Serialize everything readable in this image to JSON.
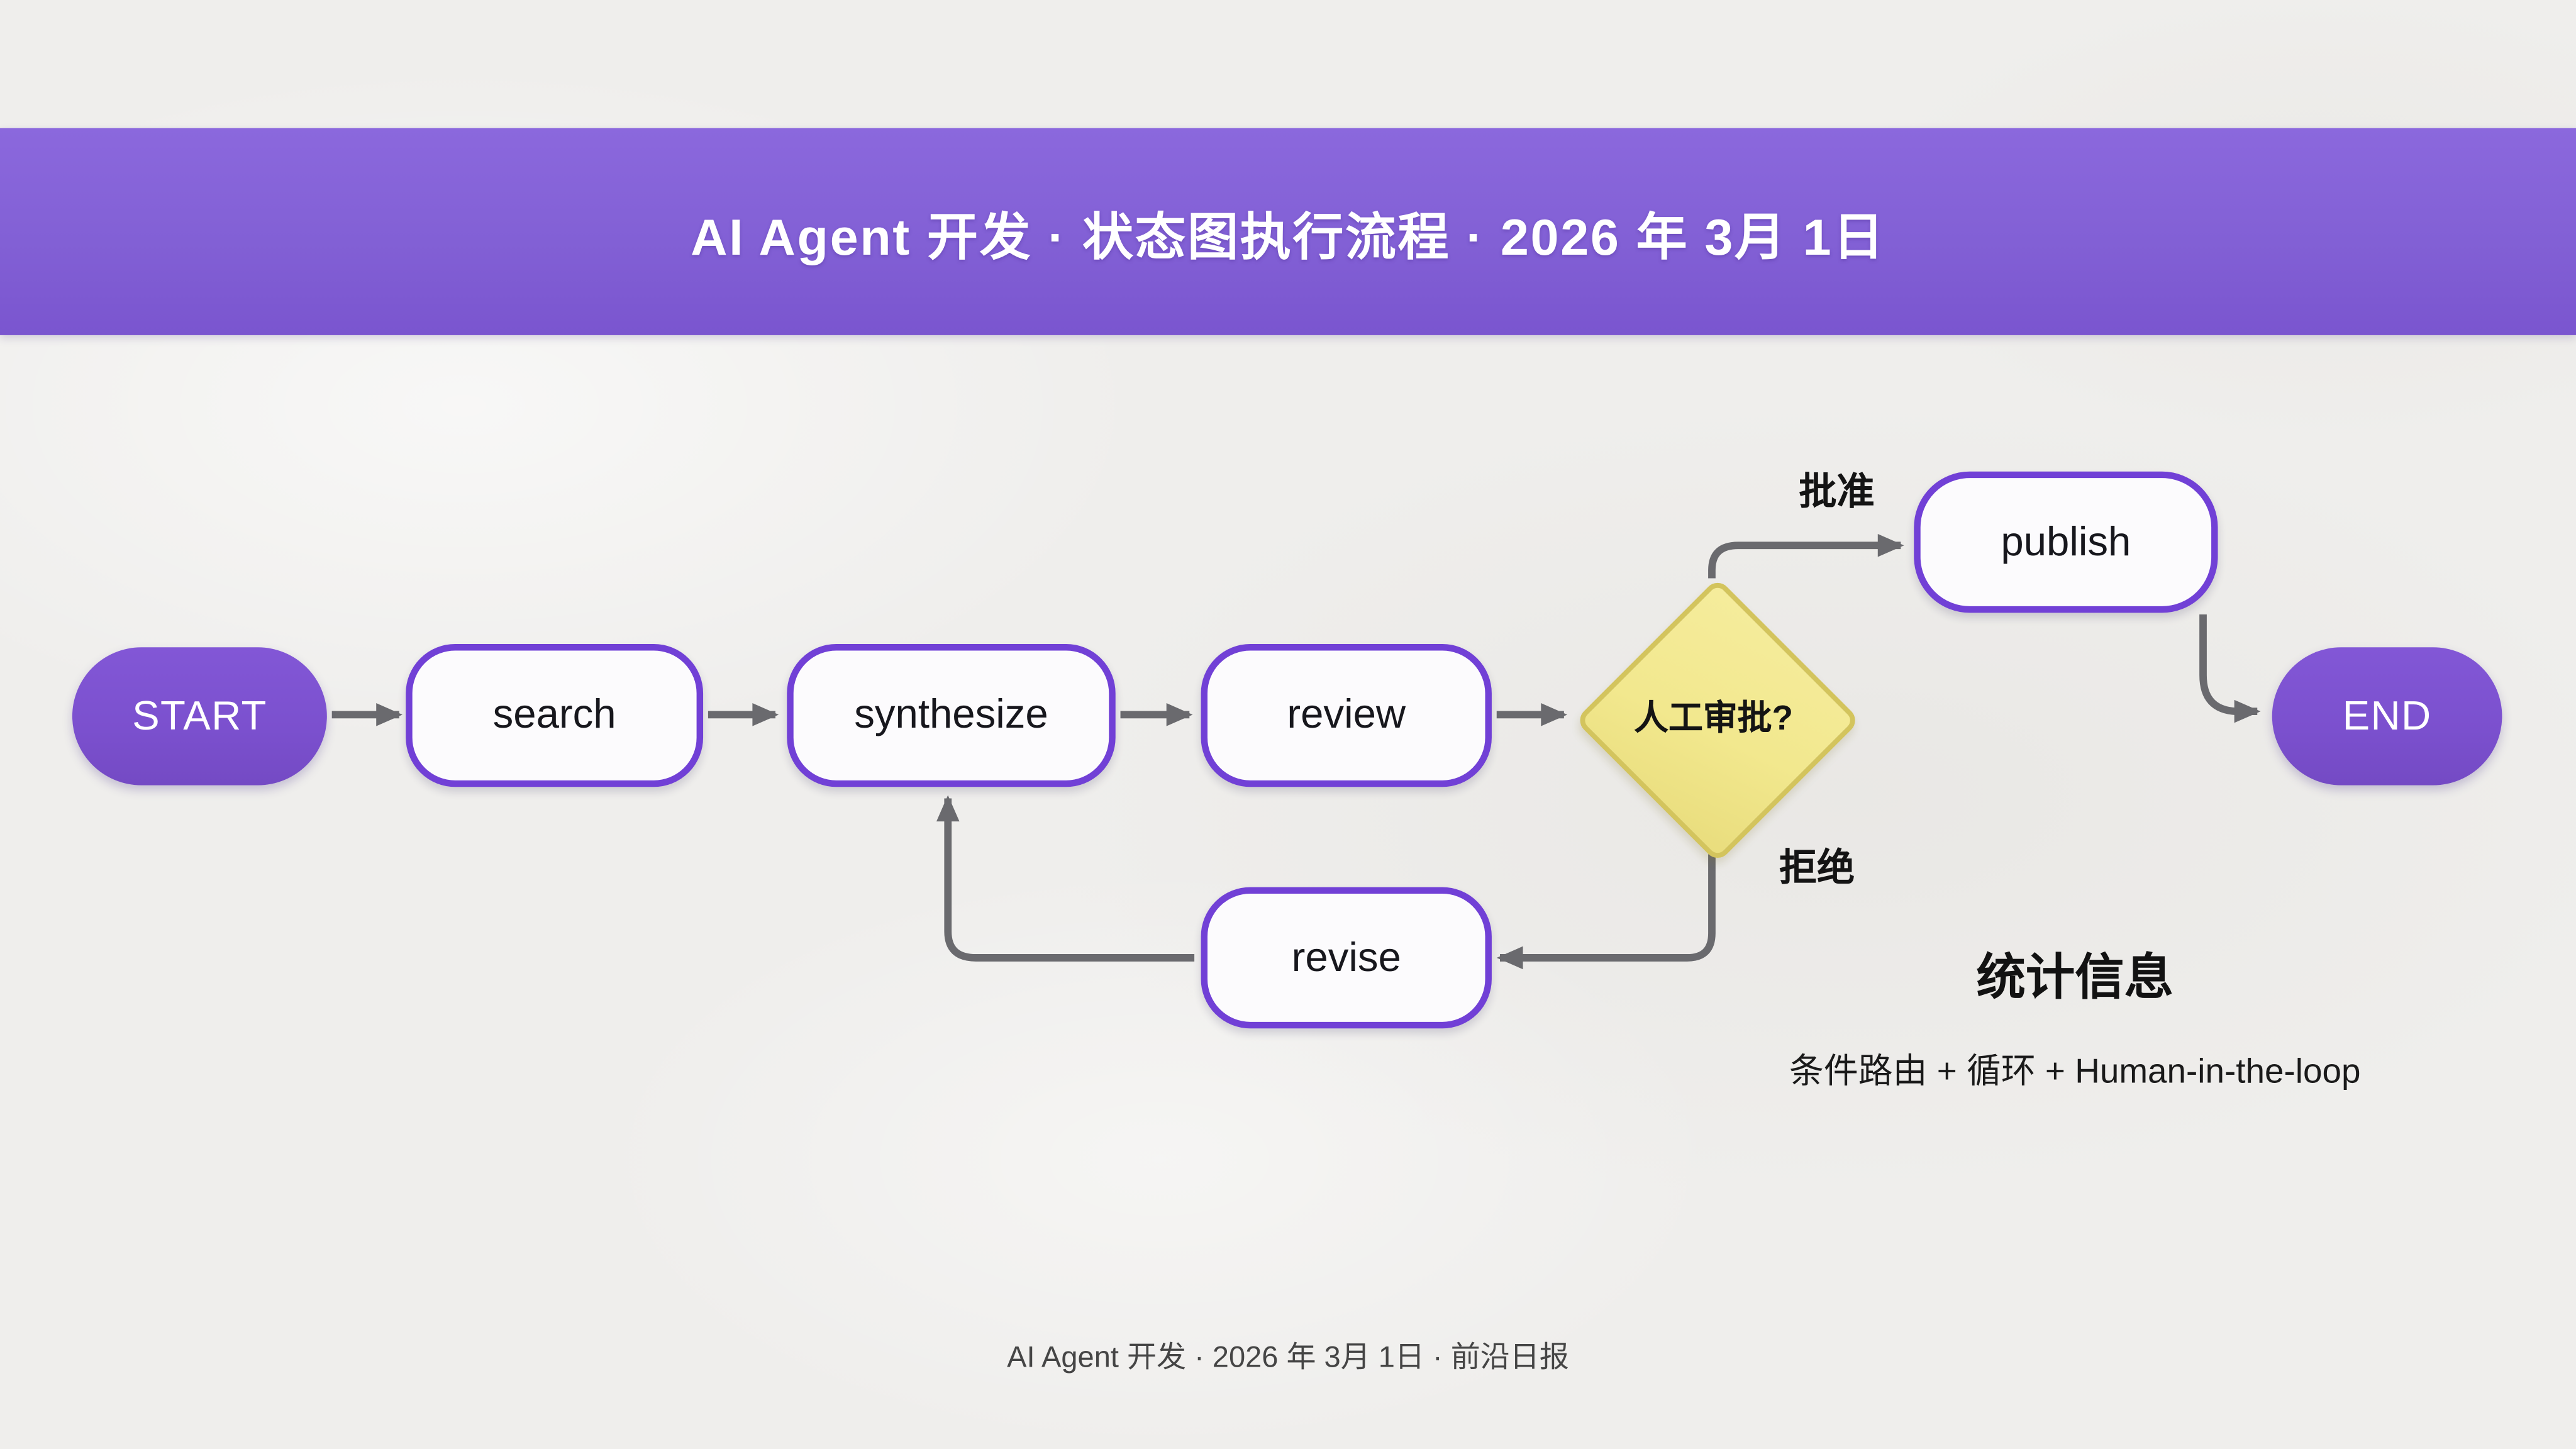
{
  "header": {
    "title": "AI Agent 开发 · 状态图执行流程 · 2026 年 3月 1日"
  },
  "diagram": {
    "type": "state-flowchart",
    "nodes": {
      "start": {
        "label": "START",
        "kind": "terminal"
      },
      "search": {
        "label": "search",
        "kind": "task"
      },
      "synthesize": {
        "label": "synthesize",
        "kind": "task"
      },
      "review": {
        "label": "review",
        "kind": "task"
      },
      "decision": {
        "label": "人工审批?",
        "kind": "decision"
      },
      "publish": {
        "label": "publish",
        "kind": "task"
      },
      "revise": {
        "label": "revise",
        "kind": "task"
      },
      "end": {
        "label": "END",
        "kind": "terminal"
      }
    },
    "edges": [
      {
        "from": "start",
        "to": "search"
      },
      {
        "from": "search",
        "to": "synthesize"
      },
      {
        "from": "synthesize",
        "to": "review"
      },
      {
        "from": "review",
        "to": "decision"
      },
      {
        "from": "decision",
        "to": "publish",
        "label": "批准"
      },
      {
        "from": "publish",
        "to": "end"
      },
      {
        "from": "decision",
        "to": "revise",
        "label": "拒绝"
      },
      {
        "from": "revise",
        "to": "synthesize"
      }
    ],
    "edge_labels": {
      "approve": "批准",
      "reject": "拒绝"
    }
  },
  "stats": {
    "title": "统计信息",
    "line": "条件路由 + 循环 + Human-in-the-loop"
  },
  "footer": {
    "text": "AI Agent 开发 · 2026 年 3月 1日 · 前沿日报"
  },
  "colors": {
    "accent_purple": "#8260d5",
    "accent_purple_light": "#8b68dd",
    "start_end_fill": "#7b50ce",
    "node_border": "#7140d6",
    "node_fill": "#fcfbfd",
    "diamond_fill": "#f2e88e",
    "diamond_border": "#d3c45d",
    "arrow": "#6a6a6e",
    "background": "#efeeec"
  }
}
